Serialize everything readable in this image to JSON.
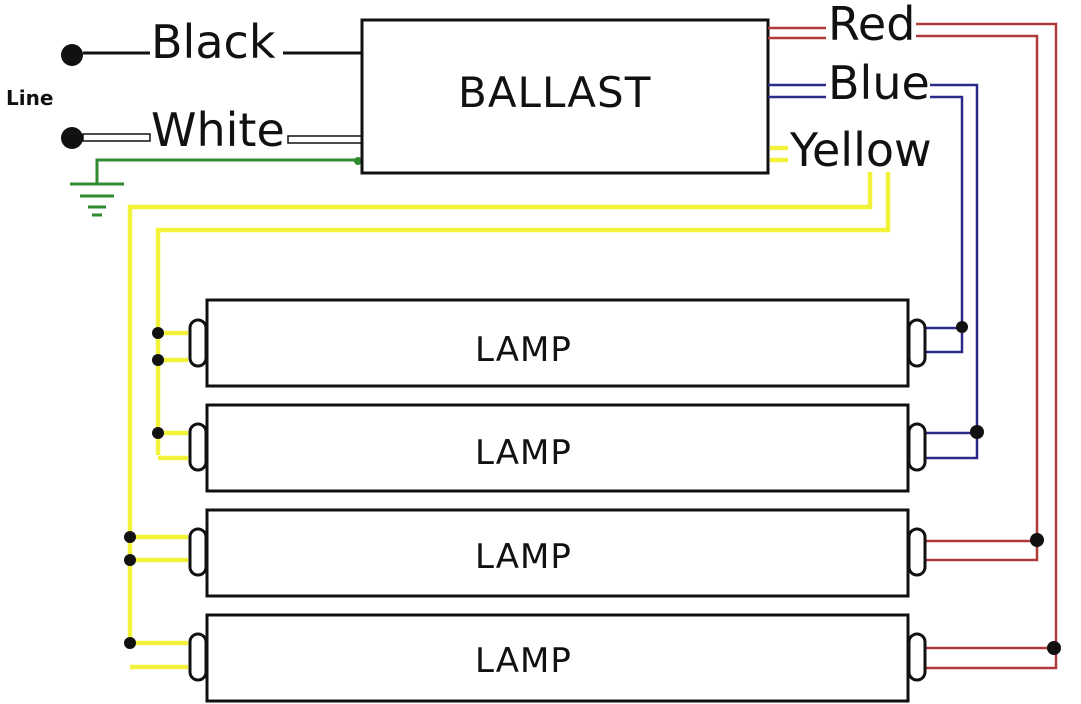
{
  "line_label": "Line",
  "wires": {
    "black": "Black",
    "white": "White",
    "red": "Red",
    "blue": "Blue",
    "yellow": "Yellow"
  },
  "ballast_label": "BALLAST",
  "lamps": [
    "LAMP",
    "LAMP",
    "LAMP",
    "LAMP"
  ],
  "colors": {
    "black_wire": "#111111",
    "red_wire": "#b03a3a",
    "blue_wire": "#2a2a8a",
    "yellow_wire": "#f2f23a",
    "green_wire": "#2e8b2e",
    "outline": "#111111"
  }
}
